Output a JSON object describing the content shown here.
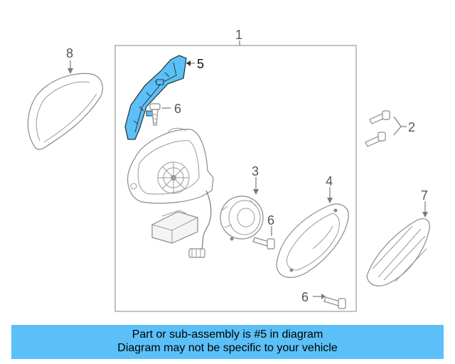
{
  "diagram": {
    "callouts": [
      {
        "id": "1",
        "label": "1"
      },
      {
        "id": "2",
        "label": "2"
      },
      {
        "id": "3",
        "label": "3"
      },
      {
        "id": "4",
        "label": "4"
      },
      {
        "id": "5",
        "label": "5"
      },
      {
        "id": "6a",
        "label": "6"
      },
      {
        "id": "6b",
        "label": "6"
      },
      {
        "id": "6c",
        "label": "6"
      },
      {
        "id": "7",
        "label": "7"
      },
      {
        "id": "8",
        "label": "8"
      }
    ],
    "highlighted_part": "5",
    "highlight_color": "#5bc0f8"
  },
  "banner": {
    "line1": "Part or sub-assembly is #5 in diagram",
    "line2": "Diagram may not be specific to your vehicle",
    "background": "#5bc0f8"
  }
}
